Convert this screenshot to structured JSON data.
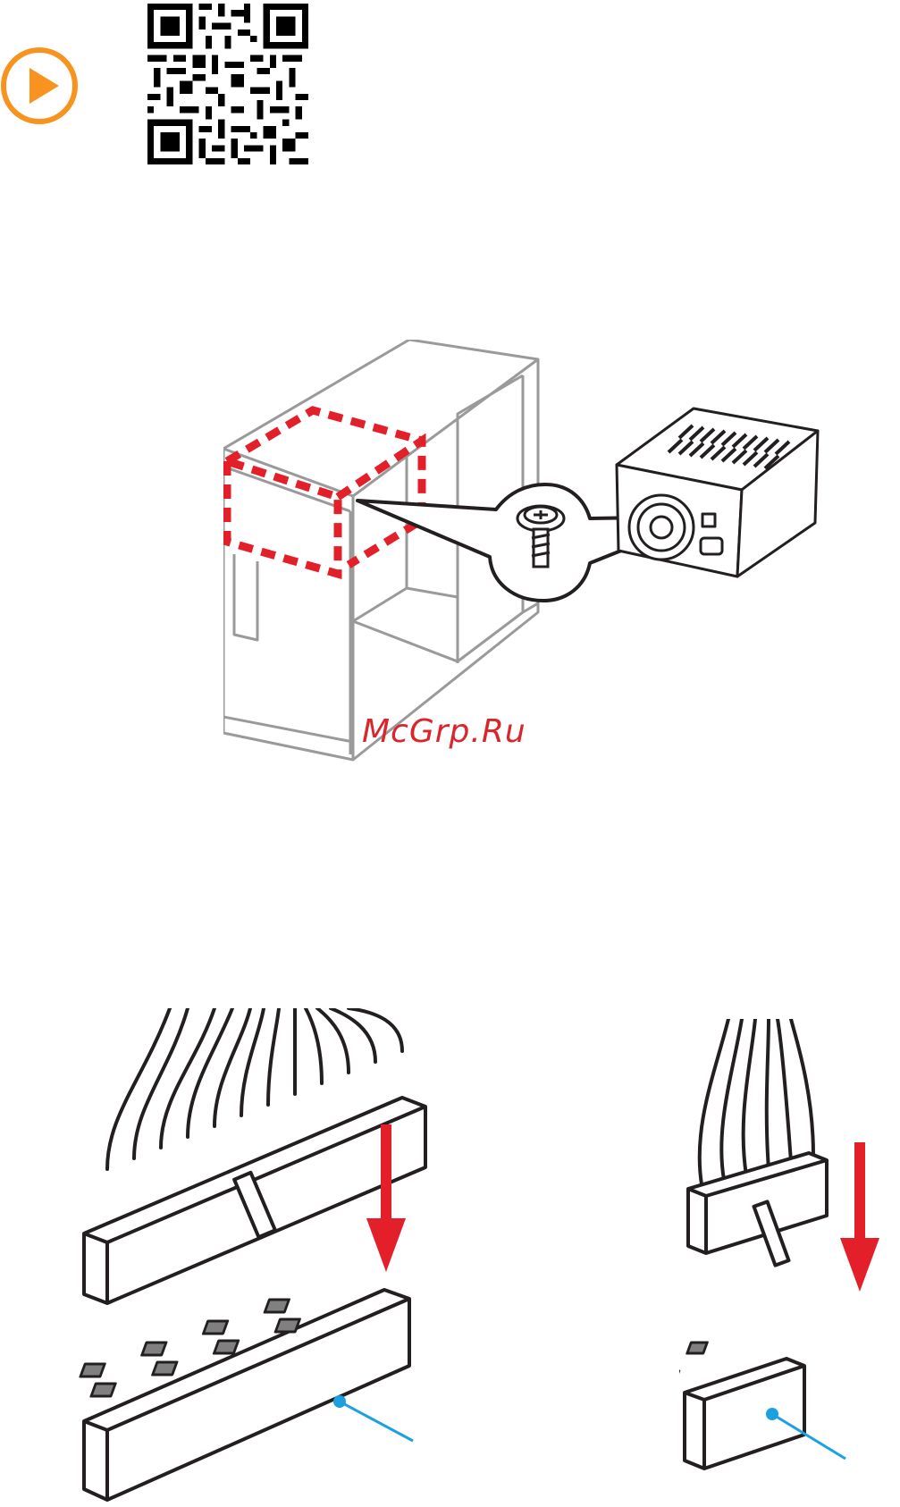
{
  "watermark": {
    "text": "McGrp.Ru"
  },
  "colors": {
    "play_orange": "#f7931e",
    "highlight_red": "#e3202a",
    "arrow_red": "#e3202a",
    "pointer_blue": "#1ba1e2",
    "line_gray": "#9a9a9a",
    "ink": "#231f20",
    "pin_gray": "#808080"
  },
  "icons": [
    "play-icon",
    "qr-code",
    "computer-case",
    "power-supply",
    "screw",
    "atx-24pin-connector",
    "eps-8pin-connector",
    "down-arrow",
    "pointer-line"
  ]
}
